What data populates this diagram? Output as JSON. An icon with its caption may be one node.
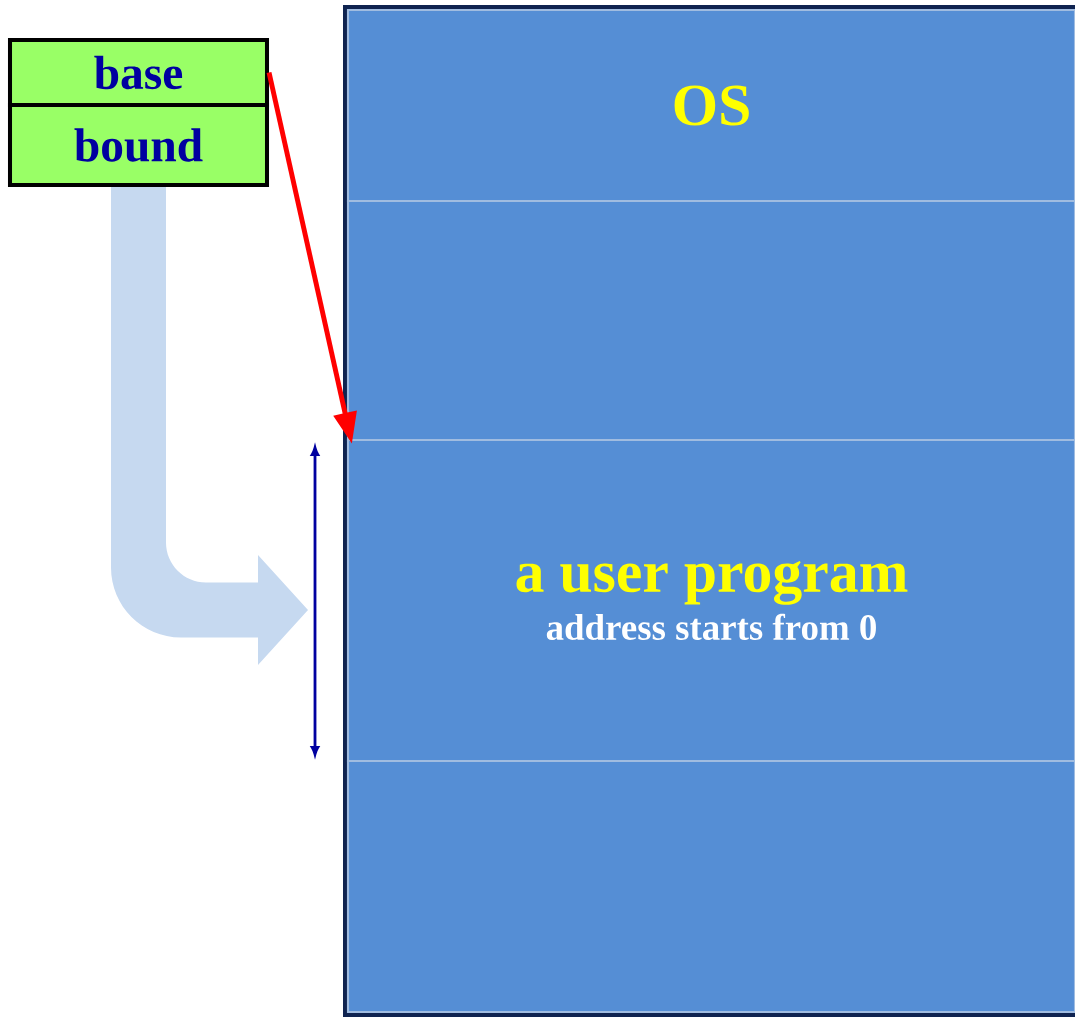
{
  "diagram": {
    "nodes": [
      {
        "text": [
          "base"
        ]
      },
      {
        "text": [
          "bound"
        ]
      },
      {
        "text": [],
        "shape": "box"
      },
      {
        "text": [
          "OS"
        ],
        "in": 2
      },
      {
        "text": [],
        "shape": "box",
        "in": 2
      },
      {
        "text": [
          "a user program",
          "address starts from 0"
        ],
        "in": 2
      },
      {
        "text": [],
        "shape": "box",
        "in": 2
      }
    ],
    "edges": [
      {
        "from": 0,
        "to": 5,
        "arrow": "to",
        "color": "#ff0000"
      },
      {
        "from": 1,
        "to": null,
        "arrow": "to",
        "style": "thick",
        "color": "#c6d9f0"
      }
    ]
  }
}
